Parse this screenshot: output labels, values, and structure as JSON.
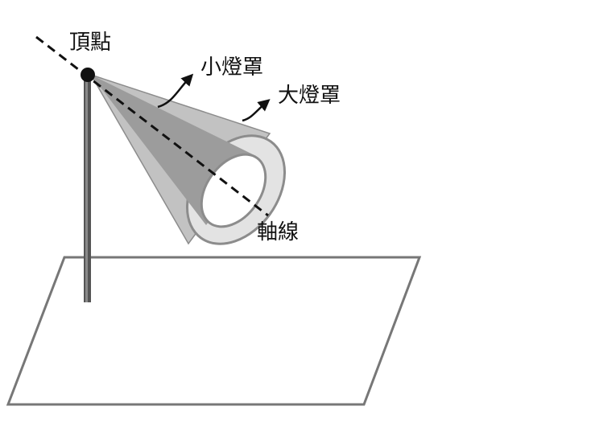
{
  "labels": {
    "apex": "頂點",
    "small_shade": "小燈罩",
    "large_shade": "大燈罩",
    "axis": "軸線"
  },
  "colors": {
    "ink": "#111111",
    "pole": "#555555",
    "plane": "#777777",
    "cone_outer": "#bcbcbc",
    "cone_inner": "#9a9a9a",
    "rim": "#dcdcdc"
  }
}
